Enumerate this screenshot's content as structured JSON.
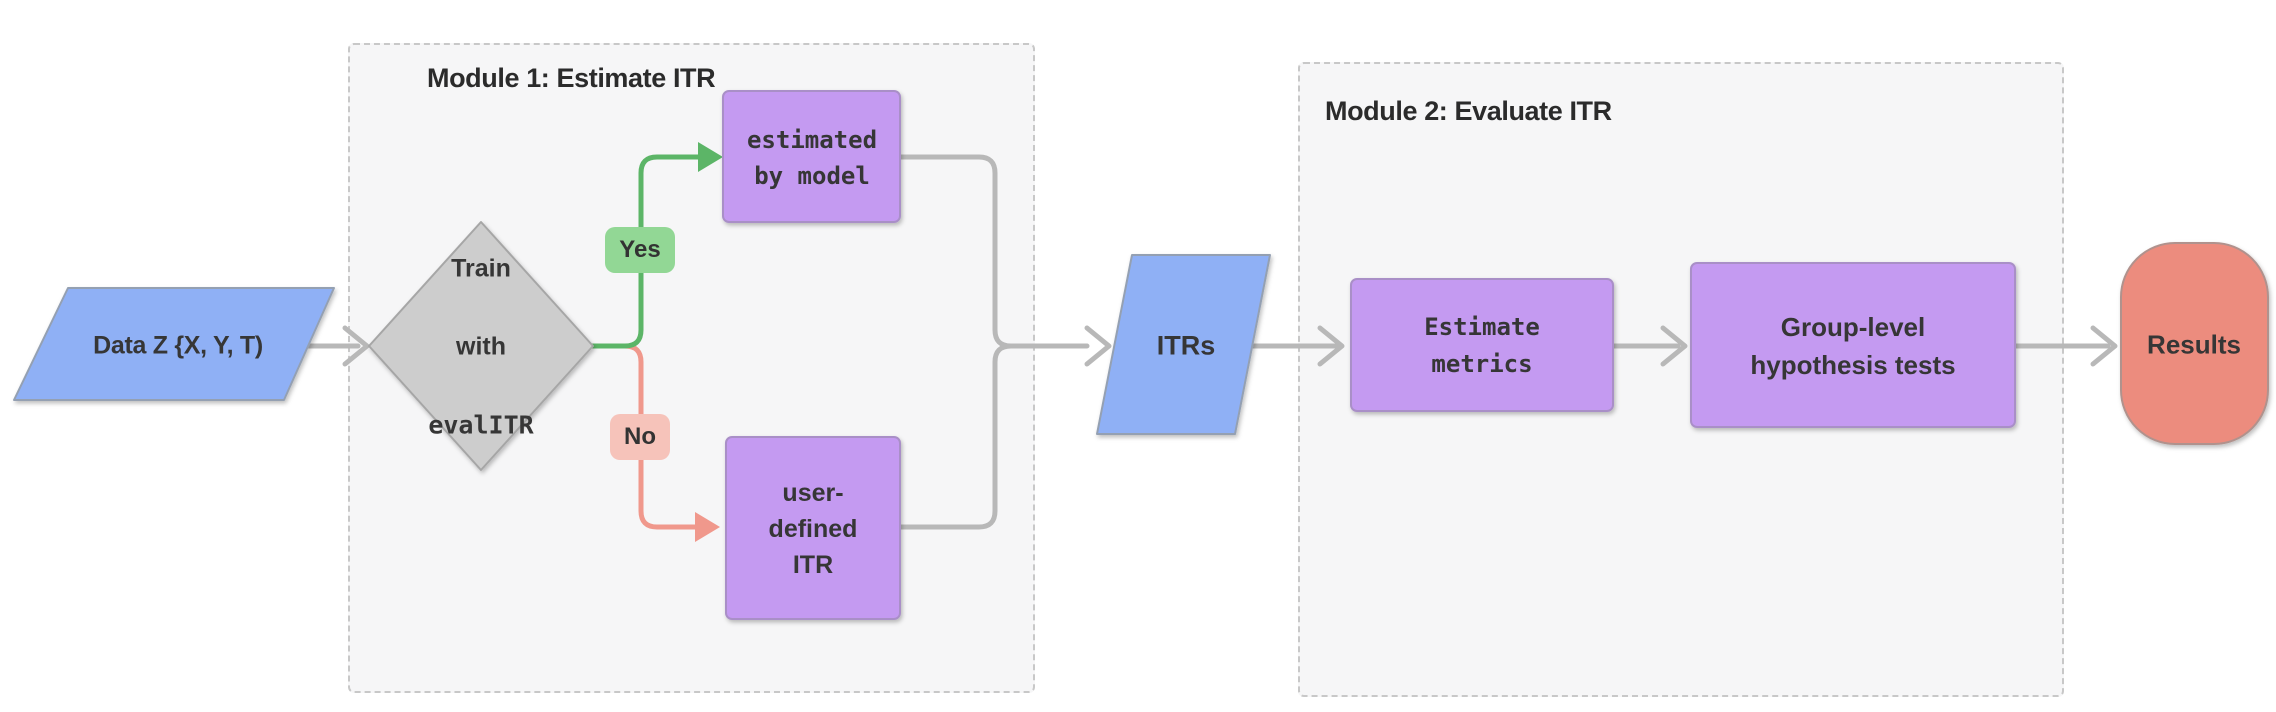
{
  "modules": {
    "module1": {
      "title": "Module 1: Estimate ITR"
    },
    "module2": {
      "title": "Module 2: Evaluate ITR"
    }
  },
  "nodes": {
    "data_input": {
      "label": "Data Z {X, Y, T)"
    },
    "decision": {
      "line1": "Train",
      "line2": "with",
      "line3": "evalITR"
    },
    "estimated_by_model": {
      "label": "estimated\nby model"
    },
    "user_defined_itr": {
      "label": "user-\ndefined\nITR"
    },
    "itrs": {
      "label": "ITRs"
    },
    "estimate_metrics": {
      "label": "Estimate\nmetrics"
    },
    "group_level_tests": {
      "label": "Group-level\nhypothesis tests"
    },
    "results": {
      "label": "Results"
    }
  },
  "edges": {
    "yes_label": "Yes",
    "no_label": "No"
  },
  "colors": {
    "node_blue": "#8fb0f5",
    "node_purple": "#c49af1",
    "node_gray": "#cdcdcd",
    "node_salmon": "#ec8c7e",
    "edge_gray": "#b8b8b8",
    "edge_green": "#5cb567",
    "edge_red": "#f0988c",
    "yes_badge_bg": "#92d795",
    "no_badge_bg": "#f6c3ba",
    "module_bg": "#f6f6f7",
    "module_border": "#c8c8c8",
    "text": "#333333"
  }
}
